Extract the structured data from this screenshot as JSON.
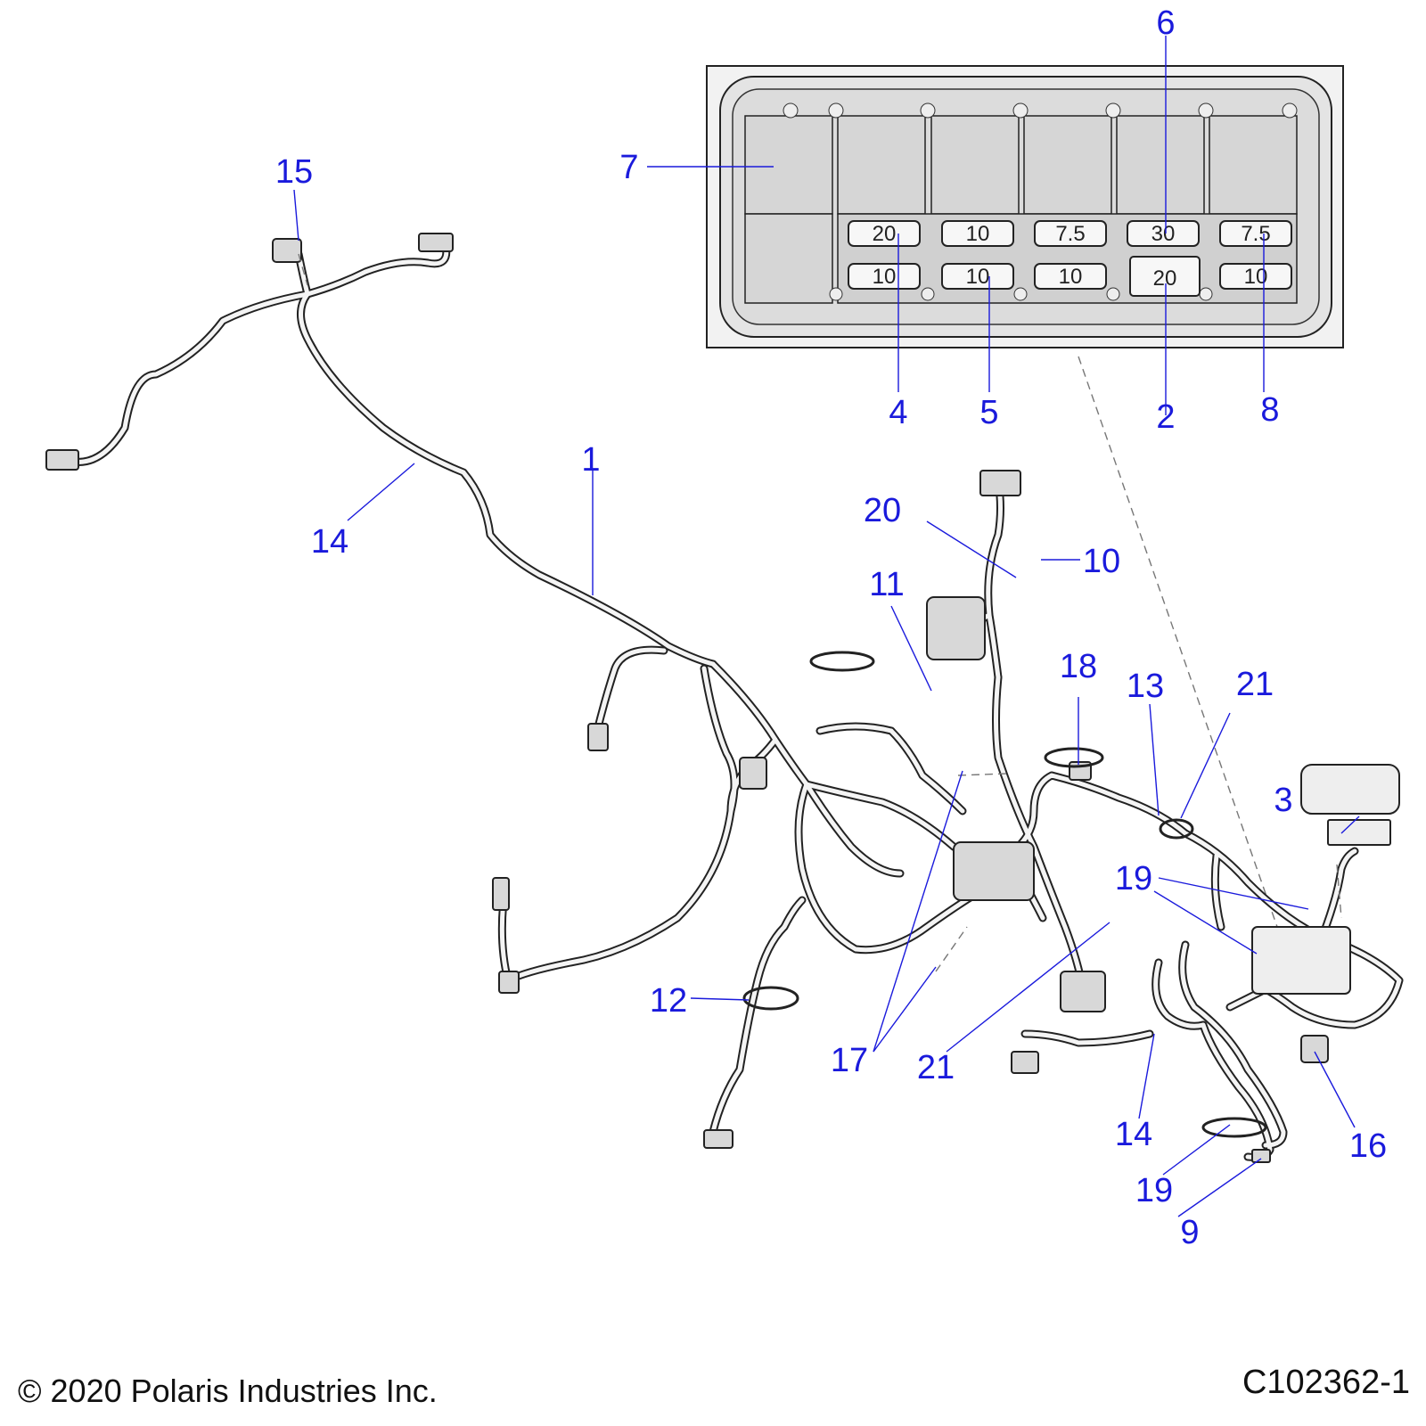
{
  "callouts": [
    {
      "id": "c1",
      "label": "1"
    },
    {
      "id": "c2",
      "label": "2"
    },
    {
      "id": "c3",
      "label": "3"
    },
    {
      "id": "c4",
      "label": "4"
    },
    {
      "id": "c5",
      "label": "5"
    },
    {
      "id": "c6",
      "label": "6"
    },
    {
      "id": "c7",
      "label": "7"
    },
    {
      "id": "c8",
      "label": "8"
    },
    {
      "id": "c9",
      "label": "9"
    },
    {
      "id": "c10",
      "label": "10"
    },
    {
      "id": "c11",
      "label": "11"
    },
    {
      "id": "c12",
      "label": "12"
    },
    {
      "id": "c13",
      "label": "13"
    },
    {
      "id": "c14a",
      "label": "14"
    },
    {
      "id": "c14b",
      "label": "14"
    },
    {
      "id": "c15",
      "label": "15"
    },
    {
      "id": "c16",
      "label": "16"
    },
    {
      "id": "c17",
      "label": "17"
    },
    {
      "id": "c18",
      "label": "18"
    },
    {
      "id": "c19a",
      "label": "19"
    },
    {
      "id": "c19b",
      "label": "19"
    },
    {
      "id": "c20",
      "label": "20"
    },
    {
      "id": "c21a",
      "label": "21"
    },
    {
      "id": "c21b",
      "label": "21"
    }
  ],
  "fuse_box": {
    "top_row": [
      "20",
      "10",
      "7.5",
      "30",
      "7.5"
    ],
    "bottom_row": [
      "10",
      "10",
      "10",
      "20",
      "10"
    ]
  },
  "footer": {
    "copyright": "© 2020 Polaris Industries Inc.",
    "figure_id": "C102362-1"
  }
}
